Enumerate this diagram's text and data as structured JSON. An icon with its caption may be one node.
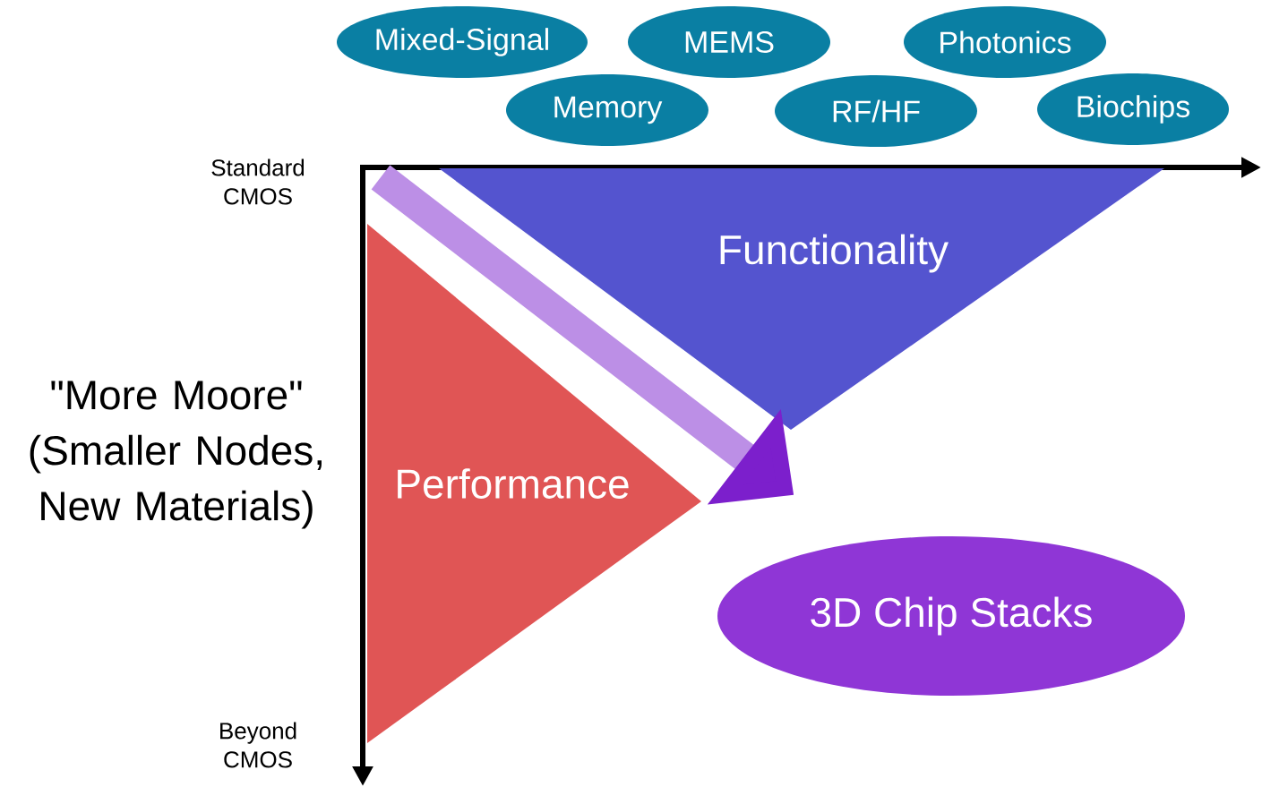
{
  "diagram": {
    "nodes": [
      {
        "text": [
          "Mixed-Signal"
        ]
      },
      {
        "text": [
          "MEMS"
        ]
      },
      {
        "text": [
          "Photonics"
        ]
      },
      {
        "text": [
          "Memory"
        ]
      },
      {
        "text": [
          "RF/HF"
        ]
      },
      {
        "text": [
          "Biochips"
        ]
      },
      {
        "text": [
          "Functionality"
        ]
      },
      {
        "text": [
          "Performance"
        ]
      },
      {
        "text": [
          "3D Chip Stacks"
        ]
      }
    ],
    "edges": [
      {
        "from": null,
        "to": 8,
        "arrow": "to"
      }
    ],
    "labels": [
      "Standard CMOS",
      "\"More Moore\" (Smaller Nodes, New Materials)",
      "Beyond CMOS"
    ]
  }
}
